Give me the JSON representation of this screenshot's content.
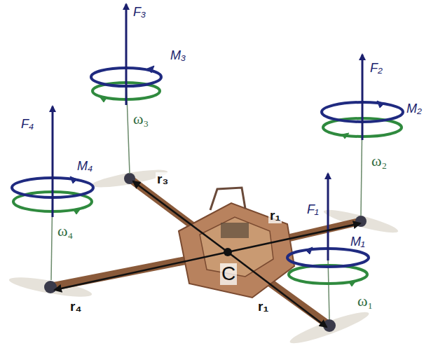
{
  "diagram": {
    "labels": [
      "F₃",
      "M₃",
      "ω₃",
      "F₄",
      "M₄",
      "F₂",
      "M₂",
      "ω₂",
      "ω₄",
      "r₃",
      "r₁",
      "F₁",
      "M₁",
      "C",
      "r₄",
      "r₁",
      "ω₁"
    ]
  }
}
